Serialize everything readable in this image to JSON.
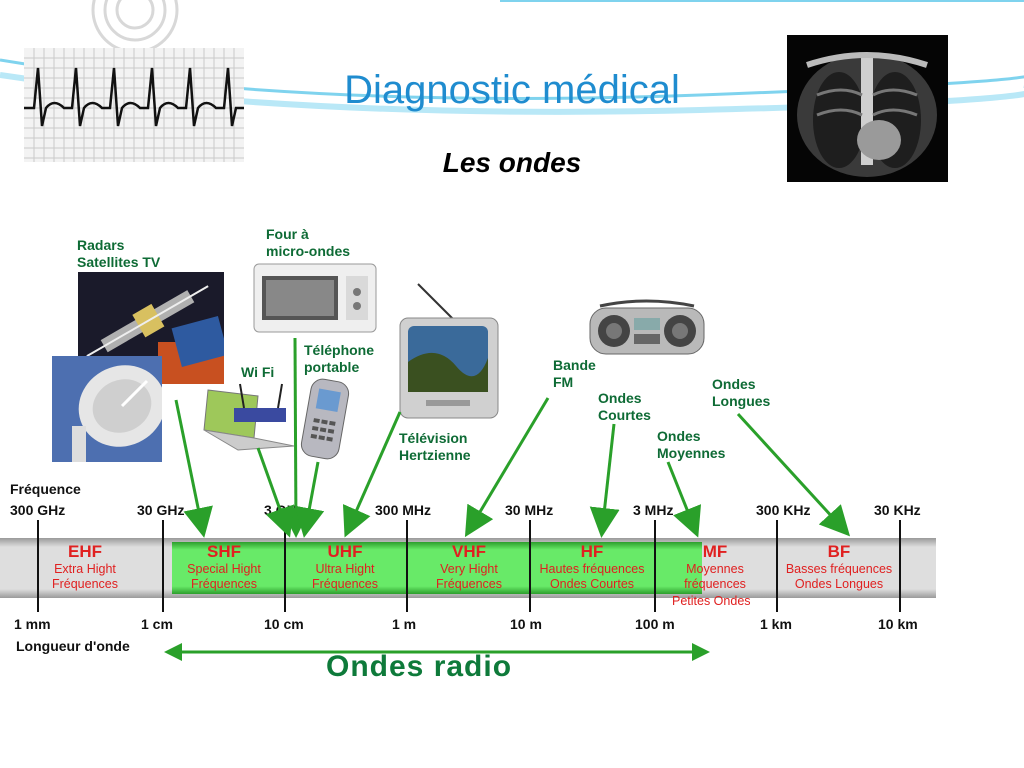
{
  "header": {
    "title": "Diagnostic médical",
    "subtitle": "Les ondes"
  },
  "labels": {
    "radars": "Radars\nSatellites TV",
    "four": "Four à\nmicro-ondes",
    "wifi": "Wi Fi",
    "telephone": "Téléphone\nportable",
    "television": "Télévision\nHertzienne",
    "bande_fm": "Bande\nFM",
    "ondes_courtes": "Ondes\nCourtes",
    "ondes_moyennes": "Ondes\nMoyennes",
    "ondes_longues": "Ondes\nLongues"
  },
  "axis": {
    "frequency_title": "Fréquence",
    "frequencies": [
      "300 GHz",
      "30 GHz",
      "3 GHz",
      "300 MHz",
      "30 MHz",
      "3 MHz",
      "300 KHz",
      "30 KHz"
    ],
    "wavelength_title": "Longueur d'onde",
    "wavelengths": [
      "1 mm",
      "1 cm",
      "10 cm",
      "1 m",
      "10 m",
      "100 m",
      "1 km",
      "10 km"
    ]
  },
  "bands": [
    {
      "code": "EHF",
      "desc": "Extra Hight\nFréquences",
      "highlight": false
    },
    {
      "code": "SHF",
      "desc": "Special Hight\nFréquences",
      "highlight": true
    },
    {
      "code": "UHF",
      "desc": "Ultra Hight\nFréquences",
      "highlight": true
    },
    {
      "code": "VHF",
      "desc": "Very Hight\nFréquences",
      "highlight": true
    },
    {
      "code": "HF",
      "desc": "Hautes fréquences\nOndes Courtes",
      "highlight": true
    },
    {
      "code": "MF",
      "desc": "Moyennes\nfréquences",
      "highlight": true
    },
    {
      "code": "BF",
      "desc": "Basses fréquences\nOndes Longues",
      "highlight": false
    }
  ],
  "petites_ondes": "Petites Ondes",
  "ondes_radio": "Ondes radio",
  "colors": {
    "title": "#1f8ccf",
    "label_green": "#0e6b35",
    "band_red": "#e02020",
    "band_green": "#58e058",
    "arrow_green": "#2aa02a"
  }
}
